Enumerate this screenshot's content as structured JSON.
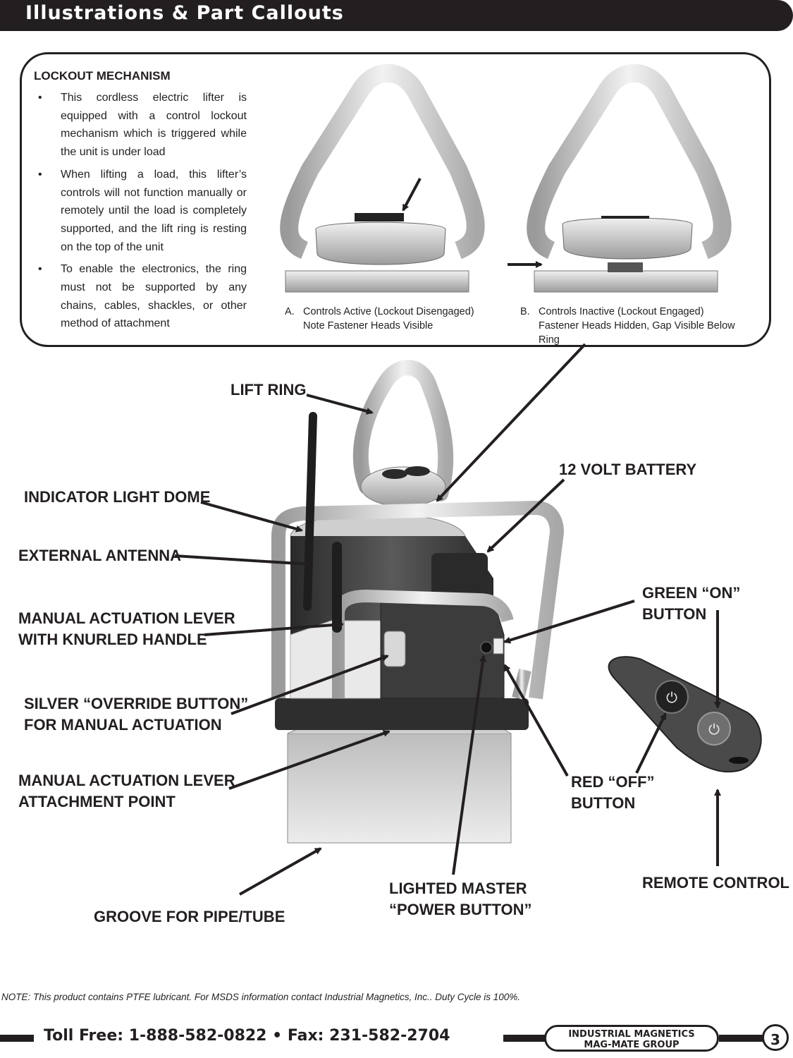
{
  "header": {
    "title": "Illustrations & Part Callouts"
  },
  "lockout": {
    "heading": "LOCKOUT MECHANISM",
    "bullets": [
      "This cordless electric lifter is equipped with a control lockout mechanism which is triggered while the unit is under load",
      "When lifting a load, this lifter’s controls will not function manually or remotely until the load is completely supported, and the lift ring is resting on the top of the unit",
      "To enable the electronics, the ring must not be supported by any chains, cables, shackles, or other method of attachment"
    ],
    "bullet_char": "•",
    "caption_a": {
      "tag": "A.",
      "text": "Controls Active (Lockout Disengaged) Note Fastener Heads Visible"
    },
    "caption_b": {
      "tag": "B.",
      "text": "Controls Inactive (Lockout Engaged) Fastener Heads Hidden, Gap Visible Below Ring"
    }
  },
  "callouts": {
    "lift_ring": "LIFT RING",
    "battery": "12 VOLT BATTERY",
    "indicator_dome": "INDICATOR LIGHT DOME",
    "antenna": "EXTERNAL ANTENNA",
    "lever_handle": [
      "MANUAL ACTUATION LEVER",
      "WITH KNURLED HANDLE"
    ],
    "green_button": [
      "GREEN “ON”",
      "BUTTON"
    ],
    "override_button": [
      "SILVER “OVERRIDE BUTTON”",
      "FOR MANUAL ACTUATION"
    ],
    "lever_attachment": [
      "MANUAL ACTUATION LEVER",
      "ATTACHMENT POINT"
    ],
    "red_button": [
      "RED “OFF”",
      "BUTTON"
    ],
    "remote": "REMOTE CONTROL",
    "power_button": [
      "LIGHTED MASTER",
      "“POWER BUTTON”"
    ],
    "groove": "GROOVE FOR PIPE/TUBE"
  },
  "note": "NOTE: This product contains PTFE lubricant.  For MSDS information contact Industrial Magnetics, Inc.. Duty Cycle is 100%.",
  "footer": {
    "contact": "Toll Free: 1-888-582-0822 • Fax: 231-582-2704",
    "logo_line1": "INDUSTRIAL MAGNETICS",
    "logo_line2": "MAG-MATE GROUP",
    "page_number": "3"
  },
  "colors": {
    "ink": "#231f20",
    "metal_light": "#e6e6e6",
    "metal_dark": "#3a3a3a"
  }
}
